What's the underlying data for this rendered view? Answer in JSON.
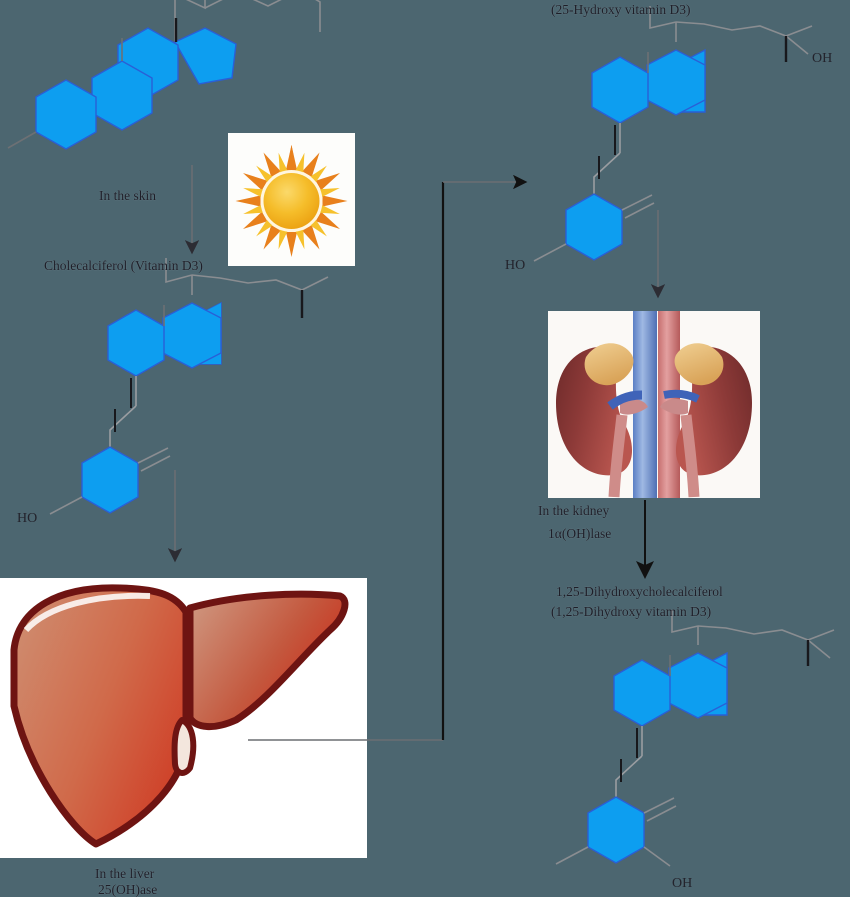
{
  "diagram": {
    "title": "Vitamin D3 metabolic activation pathway",
    "background_color": "#4c6670",
    "molecule_ring_color": "#0d9ef0",
    "bond_color": "#8c8f93"
  },
  "labels": {
    "step_skin": "In the skin",
    "cholecalciferol": "Cholecalciferol (Vitamin D3)",
    "hydroxy_vitamin_d3": "(25-Hydroxy vitamin D3)",
    "step_liver_line1": "In the liver",
    "step_liver_line2": "25(OH)ase",
    "step_kidney_line1": "In the kidney",
    "step_kidney_line2": "1α(OH)lase",
    "dihydroxycholecalciferol": "1,25-Dihydroxycholecalciferol",
    "dihydroxy_vitamin_d3": "(1,25-Dihydroxy vitamin D3)"
  },
  "atoms": {
    "ho_cholecalciferol": "HO",
    "ho_hydroxy_d3": "HO",
    "oh_hydroxy_d3": "OH",
    "oh_dihydroxy_d3": "OH"
  },
  "images": {
    "sun": "sun-image",
    "liver": "liver-image",
    "kidney": "kidney-image"
  },
  "arrows": {
    "skin_to_cholecalciferol": "arrow-down",
    "cholecalciferol_to_liver": "arrow-down",
    "liver_to_hydroxy_d3": "arrow-right",
    "hydroxy_d3_to_kidney": "arrow-down",
    "kidney_to_dihydroxy": "arrow-down"
  }
}
